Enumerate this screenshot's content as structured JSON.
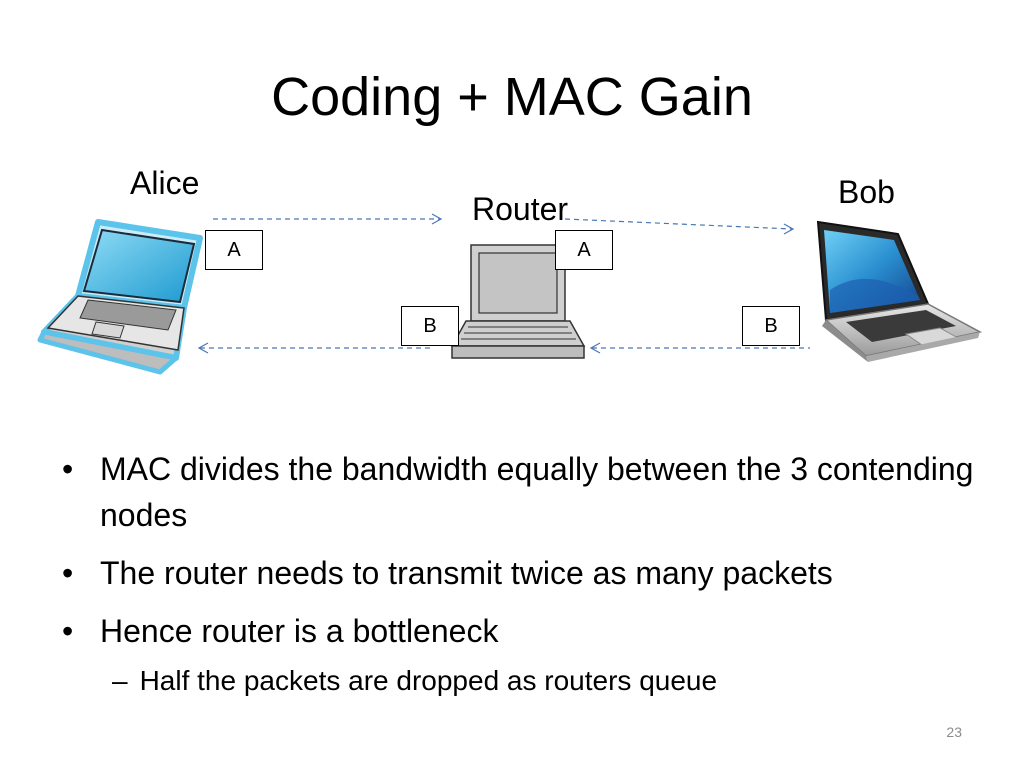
{
  "slide": {
    "title": "Coding + MAC Gain",
    "page_number": "23"
  },
  "diagram": {
    "nodes": [
      {
        "name": "alice",
        "label": "Alice"
      },
      {
        "name": "router",
        "label": "Router"
      },
      {
        "name": "bob",
        "label": "Bob"
      }
    ],
    "packets": [
      {
        "name": "packet-a-alice",
        "label": "A"
      },
      {
        "name": "packet-a-router",
        "label": "A"
      },
      {
        "name": "packet-b-router",
        "label": "B"
      },
      {
        "name": "packet-b-bob",
        "label": "B"
      }
    ],
    "colors": {
      "arrow": "#4a77b4",
      "laptop_screen": "#3fb4e3"
    }
  },
  "bullets": [
    "MAC divides the bandwidth equally between the 3 contending nodes",
    "The router needs to transmit twice as many packets",
    "Hence router is a bottleneck"
  ],
  "sub_bullets": [
    "Half the packets are dropped as routers queue"
  ],
  "glyphs": {
    "bullet": "•",
    "dash": "–"
  }
}
